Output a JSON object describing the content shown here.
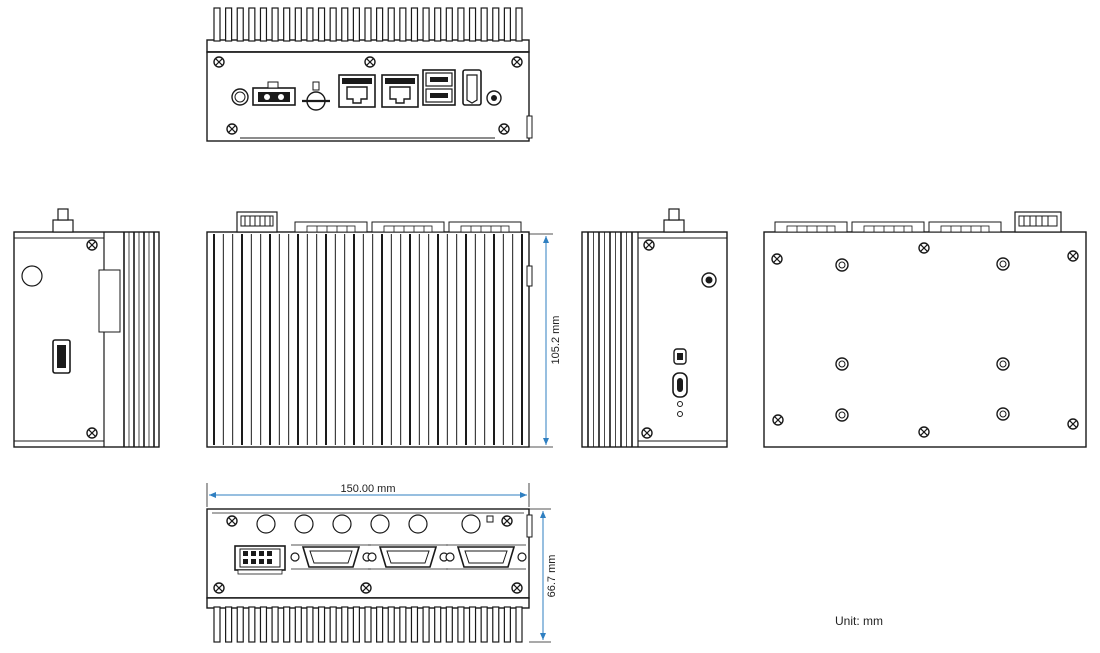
{
  "dimensions": {
    "width_label": "150.00 mm",
    "height_label": "105.2 mm",
    "depth_label": "66.7 mm"
  },
  "unit_label": "Unit: mm",
  "colors": {
    "line": "#1a1a1a",
    "dimension": "#2f7fc1",
    "background": "#ffffff"
  }
}
